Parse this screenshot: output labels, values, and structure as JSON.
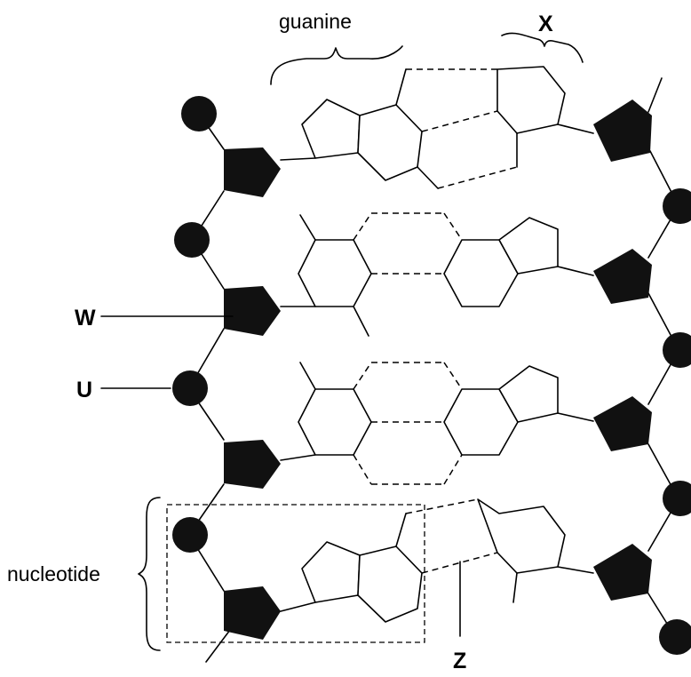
{
  "labels": {
    "guanine": "guanine",
    "x": "X",
    "w": "W",
    "u": "U",
    "nucleotide": "nucleotide",
    "z": "Z"
  }
}
